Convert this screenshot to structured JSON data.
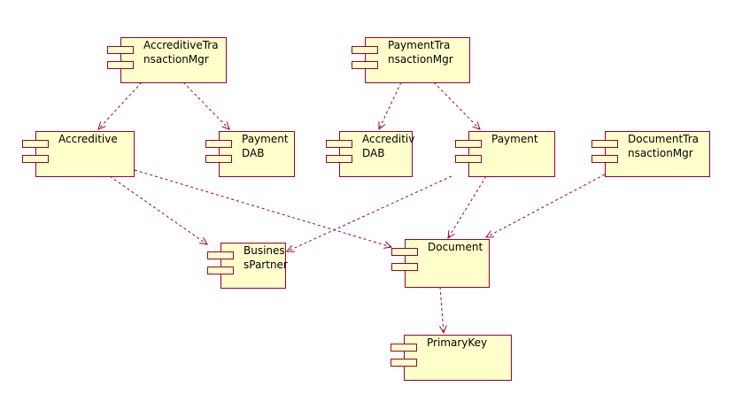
{
  "colors": {
    "fill": "#ffffcc",
    "stroke": "#990033",
    "dependency": "#990033",
    "text": "#000000"
  },
  "components": [
    {
      "id": "AccreditiveTransactionMgr",
      "lines": [
        "AccreditiveTra",
        "nsactionMgr"
      ]
    },
    {
      "id": "PaymentTransactionMgr",
      "lines": [
        "PaymentTra",
        "nsactionMgr"
      ]
    },
    {
      "id": "Accreditive",
      "lines": [
        "Accreditive"
      ]
    },
    {
      "id": "PaymentDAB",
      "lines": [
        "Payment",
        "DAB"
      ]
    },
    {
      "id": "AccreditivDAB",
      "lines": [
        "Accreditiv",
        "DAB"
      ]
    },
    {
      "id": "Payment",
      "lines": [
        "Payment"
      ]
    },
    {
      "id": "DocumentTransactionMgr",
      "lines": [
        "DocumentTra",
        "nsactionMgr"
      ]
    },
    {
      "id": "BusinessPartner",
      "lines": [
        "Busines",
        "sPartner"
      ]
    },
    {
      "id": "Document",
      "lines": [
        "Document"
      ]
    },
    {
      "id": "PrimaryKey",
      "lines": [
        "PrimaryKey"
      ]
    }
  ],
  "dependencies": [
    {
      "from": "AccreditiveTransactionMgr",
      "to": "Accreditive"
    },
    {
      "from": "AccreditiveTransactionMgr",
      "to": "PaymentDAB"
    },
    {
      "from": "PaymentTransactionMgr",
      "to": "AccreditivDAB"
    },
    {
      "from": "PaymentTransactionMgr",
      "to": "Payment"
    },
    {
      "from": "Accreditive",
      "to": "BusinessPartner"
    },
    {
      "from": "Accreditive",
      "to": "Document"
    },
    {
      "from": "Payment",
      "to": "BusinessPartner"
    },
    {
      "from": "Payment",
      "to": "Document"
    },
    {
      "from": "DocumentTransactionMgr",
      "to": "Document"
    },
    {
      "from": "Document",
      "to": "PrimaryKey"
    }
  ]
}
